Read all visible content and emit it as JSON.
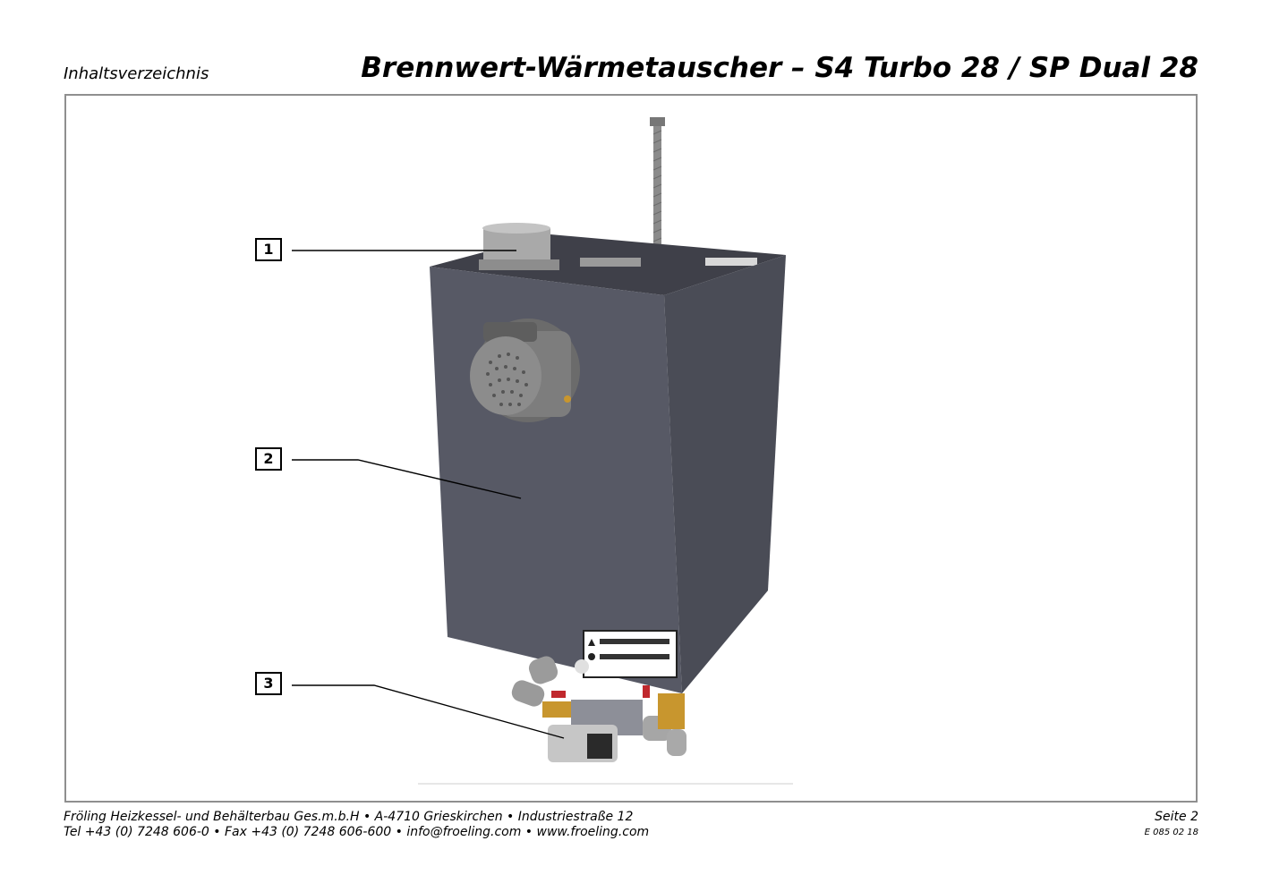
{
  "header": {
    "section": "Inhaltsverzeichnis",
    "title": "Brennwert-Wärmetauscher – S4 Turbo 28 / SP Dual 28"
  },
  "figure": {
    "callouts": [
      "1",
      "2",
      "3"
    ],
    "colors": {
      "housing": "#575965",
      "housing_side": "#4a4c56",
      "housing_top": "#3f4049",
      "brass": "#c8962e",
      "valve_red": "#c0282d"
    }
  },
  "footer": {
    "line1": "Fröling Heizkessel- und Behälterbau Ges.m.b.H   •  A-4710 Grieskirchen   •  Industriestraße 12",
    "line2": "Tel +43 (0) 7248 606-0   •  Fax +43 (0) 7248 606-600   •  info@froeling.com   •  www.froeling.com",
    "page": "Seite 2",
    "doc_code": "E 085 02 18"
  }
}
